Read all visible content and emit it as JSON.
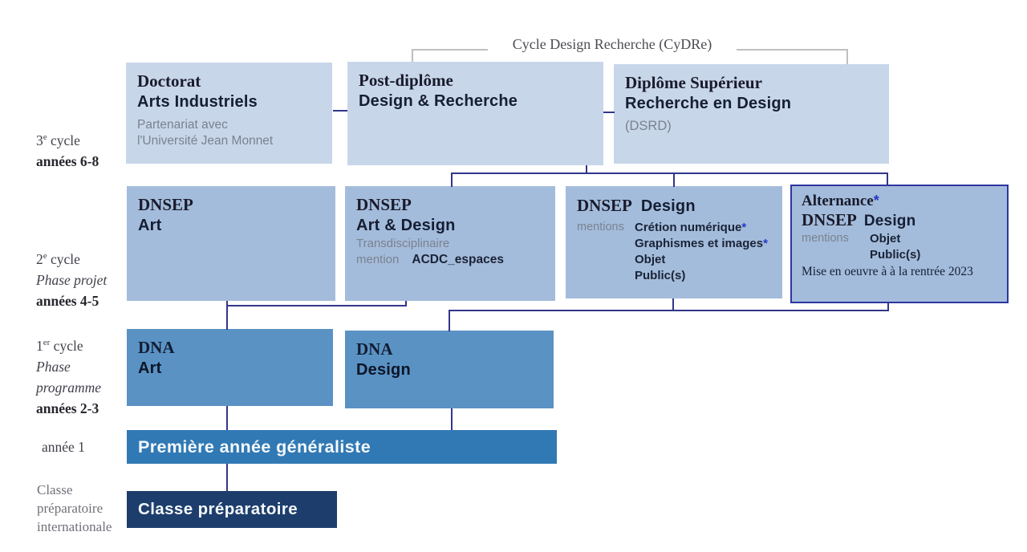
{
  "bracket": {
    "label": "Cycle Design Recherche (CyDRe)"
  },
  "side_labels": {
    "cycle3": {
      "pre": "3",
      "sup": "e",
      "post": " cycle",
      "years": "années 6-8"
    },
    "cycle2": {
      "pre": "2",
      "sup": "e",
      "post": " cycle",
      "phase": "Phase projet",
      "years": "années 4-5"
    },
    "cycle1": {
      "pre": "1",
      "sup": "er",
      "post": " cycle",
      "phase1": "Phase",
      "phase2": "programme",
      "years": "années 2-3"
    },
    "year1": {
      "label": "année 1"
    },
    "prep": {
      "line1": "Classe",
      "line2": "préparatoire",
      "line3": "internationale"
    }
  },
  "boxes": {
    "doctorat": {
      "title": "Doctorat",
      "subtitle": "Arts Industriels",
      "note1": "Partenariat avec",
      "note2": "l'Université Jean Monnet"
    },
    "postdiplome": {
      "title": "Post-diplôme",
      "subtitle": "Design & Recherche"
    },
    "dsrd": {
      "title": "Diplôme Supérieur",
      "subtitle": "Recherche en Design",
      "note": "(DSRD)"
    },
    "dnsep_art": {
      "title": "DNSEP",
      "subtitle": "Art"
    },
    "dnsep_artdesign": {
      "title": "DNSEP",
      "subtitle": "Art & Design",
      "note": "Transdisciplinaire",
      "mention_label": "mention",
      "mention_value": "ACDC_espaces"
    },
    "dnsep_design": {
      "title": "DNSEP",
      "title2": "Design",
      "mentions_label": "mentions",
      "mentions": [
        {
          "text": "Crétion numérique",
          "star": "*"
        },
        {
          "text": "Graphismes et images",
          "star": "*"
        },
        {
          "text": "Objet",
          "star": ""
        },
        {
          "text": "Public(s)",
          "star": ""
        }
      ]
    },
    "alternance": {
      "title": "Alternance",
      "title_star": "*",
      "title2": "DNSEP",
      "title2b": "Design",
      "mentions_label": "mentions",
      "mentions": [
        {
          "text": "Objet"
        },
        {
          "text": "Public(s)"
        }
      ],
      "note": "Mise en oeuvre à à la rentrée 2023"
    },
    "dna_art": {
      "title": "DNA",
      "subtitle": "Art"
    },
    "dna_design": {
      "title": "DNA",
      "subtitle": "Design"
    },
    "premiere": {
      "label": "Première année généraliste"
    },
    "prepa": {
      "label": "Classe préparatoire"
    }
  },
  "colors": {
    "level1_fill": "#c8d6ea",
    "level2_fill": "#a4bcdb",
    "level3_fill": "#5a92c4",
    "level4_fill": "#3179b4",
    "level5_fill": "#1d3e6c",
    "alternance_border": "#2d35a0",
    "connector": "#31368b",
    "bracket_line": "#bfbfbf",
    "asterisk": "#2438c8",
    "gray_text": "#79828f"
  }
}
